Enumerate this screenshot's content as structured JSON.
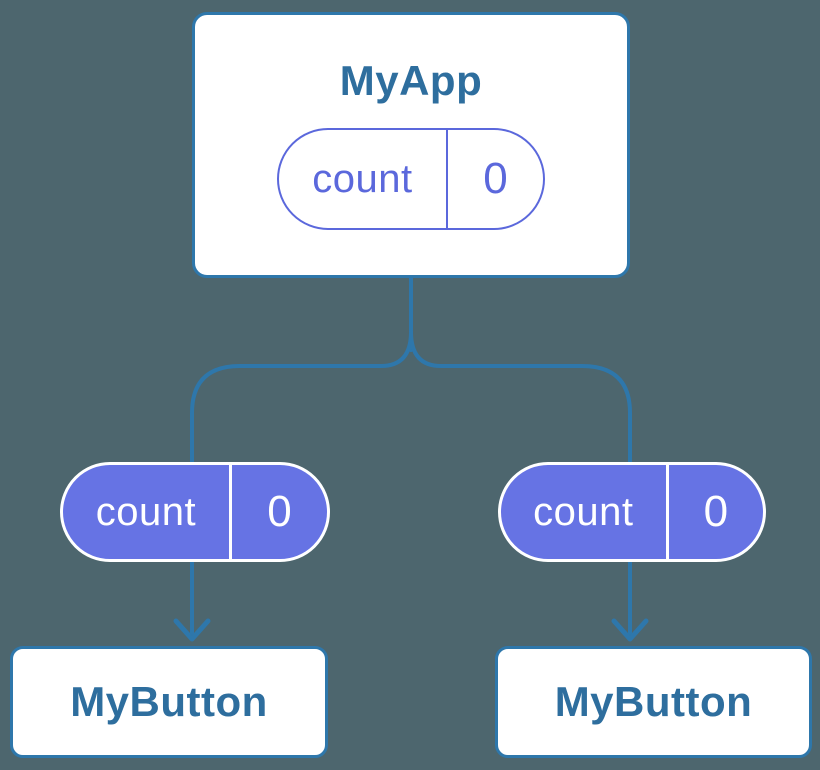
{
  "theme": {
    "background": "#4D666E",
    "line": "#2E77AB",
    "node_bg": "#FFFFFF",
    "node_text": "#2E6E9E",
    "purple": "#6673E4",
    "purple_outline": "#5B68DC"
  },
  "diagram": {
    "description": "Component tree showing lifted state: parent MyApp holds count state passed down to two MyButton children",
    "parent": {
      "title": "MyApp",
      "state": {
        "label": "count",
        "value": "0"
      }
    },
    "children": [
      {
        "title": "MyButton",
        "state": {
          "label": "count",
          "value": "0"
        }
      },
      {
        "title": "MyButton",
        "state": {
          "label": "count",
          "value": "0"
        }
      }
    ]
  }
}
